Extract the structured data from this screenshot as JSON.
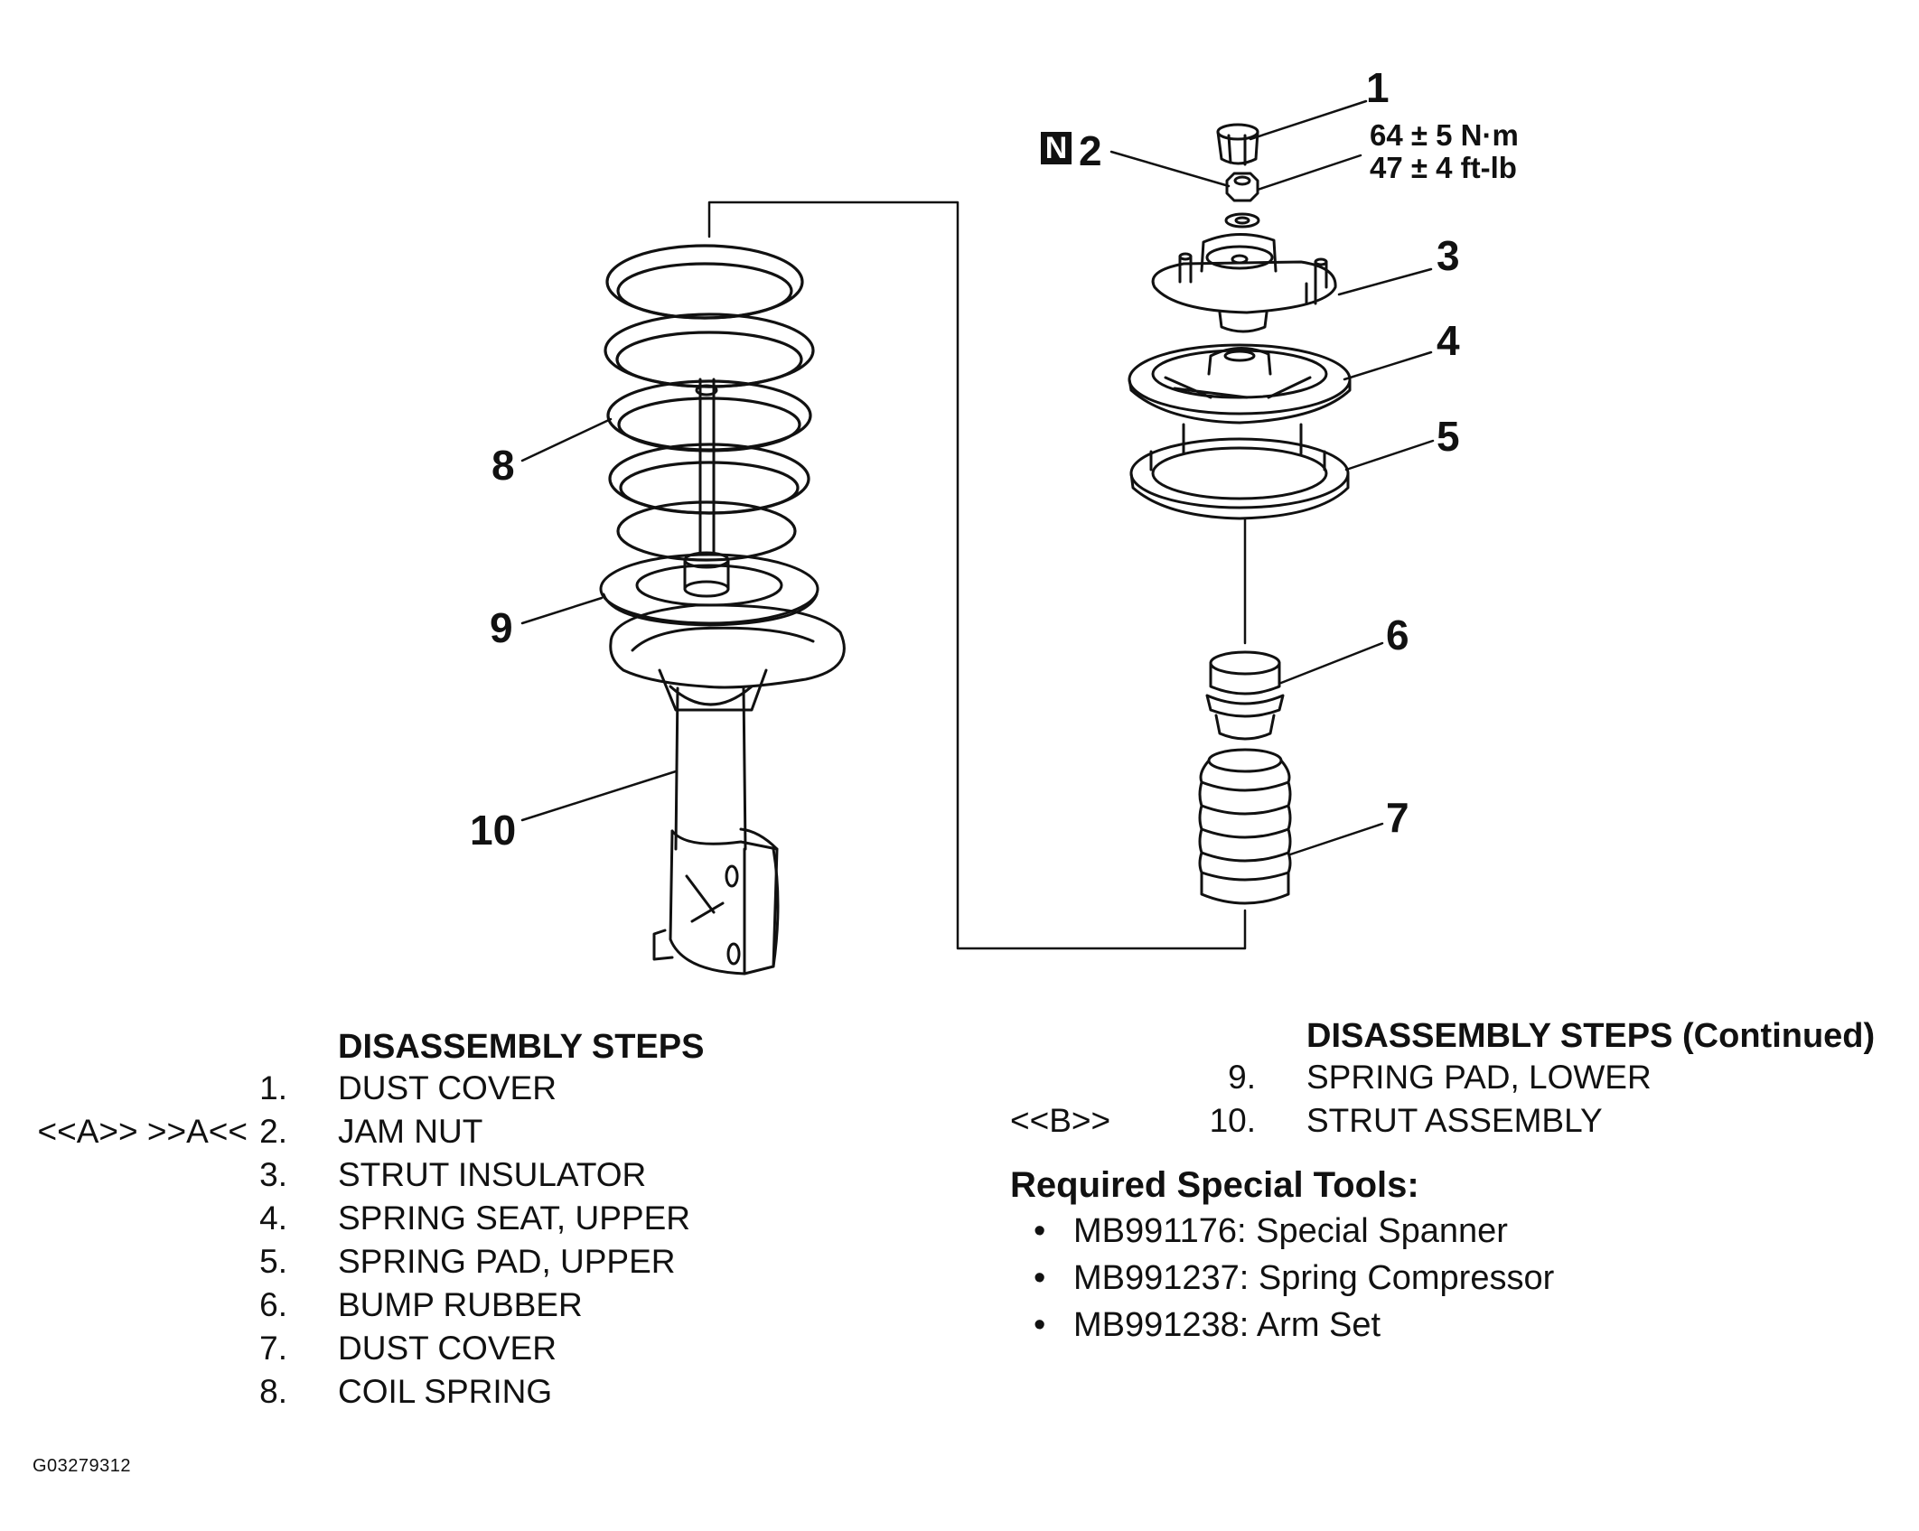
{
  "diagram": {
    "callouts": [
      "1",
      "2",
      "3",
      "4",
      "5",
      "6",
      "7",
      "8",
      "9",
      "10"
    ],
    "new_part_badge": "N",
    "torque": {
      "metric": "64 ± 5 N·m",
      "imperial": "47 ± 4 ft-lb"
    }
  },
  "disassembly": {
    "heading": "DISASSEMBLY STEPS",
    "steps": [
      {
        "code": "",
        "number": "1.",
        "name": "DUST COVER"
      },
      {
        "code": "<<A>> >>A<<",
        "number": "2.",
        "name": "JAM NUT"
      },
      {
        "code": "",
        "number": "3.",
        "name": "STRUT INSULATOR"
      },
      {
        "code": "",
        "number": "4.",
        "name": "SPRING SEAT, UPPER"
      },
      {
        "code": "",
        "number": "5.",
        "name": "SPRING PAD, UPPER"
      },
      {
        "code": "",
        "number": "6.",
        "name": "BUMP RUBBER"
      },
      {
        "code": "",
        "number": "7.",
        "name": "DUST COVER"
      },
      {
        "code": "",
        "number": "8.",
        "name": "COIL SPRING"
      }
    ]
  },
  "disassembly_continued": {
    "heading": "DISASSEMBLY STEPS (Continued)",
    "steps": [
      {
        "code": "",
        "number": "9.",
        "name": "SPRING PAD, LOWER"
      },
      {
        "code": "<<B>>",
        "number": "10.",
        "name": "STRUT ASSEMBLY"
      }
    ]
  },
  "tools": {
    "title": "Required Special Tools:",
    "bullet": "•",
    "items": [
      "MB991176: Special Spanner",
      "MB991237: Spring Compressor",
      "MB991238: Arm Set"
    ]
  },
  "figure_id": "G03279312"
}
